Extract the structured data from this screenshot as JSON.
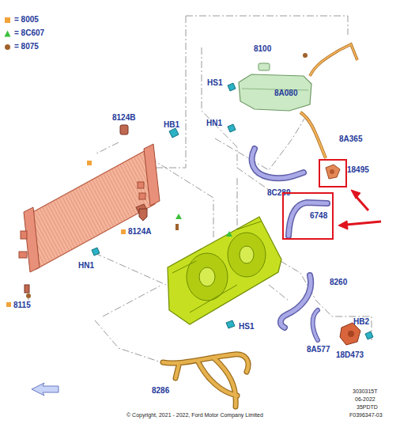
{
  "diagram": {
    "nodes": [
      {
        "text": [
          "18495"
        ]
      },
      {
        "text": [
          "6748"
        ]
      }
    ],
    "labels": [
      "8100",
      "HS1",
      "8A080",
      "HN1",
      "8124B",
      "HB1",
      "8A365",
      "8C289",
      "8124A",
      "HN1",
      "8115",
      "8260",
      "HB2",
      "HS1",
      "8A577",
      "18D473",
      "8286",
      "3030315T",
      "06-2022",
      "35PDTD",
      "F0396347-03",
      "© Copyright, 2021 - 2022, Ford Motor Company Limited"
    ],
    "legend": [
      {
        "text": "= 8005",
        "color": "#f2a33a"
      },
      {
        "text": "= 8C607"
      },
      {
        "text": "= 8075"
      }
    ]
  }
}
